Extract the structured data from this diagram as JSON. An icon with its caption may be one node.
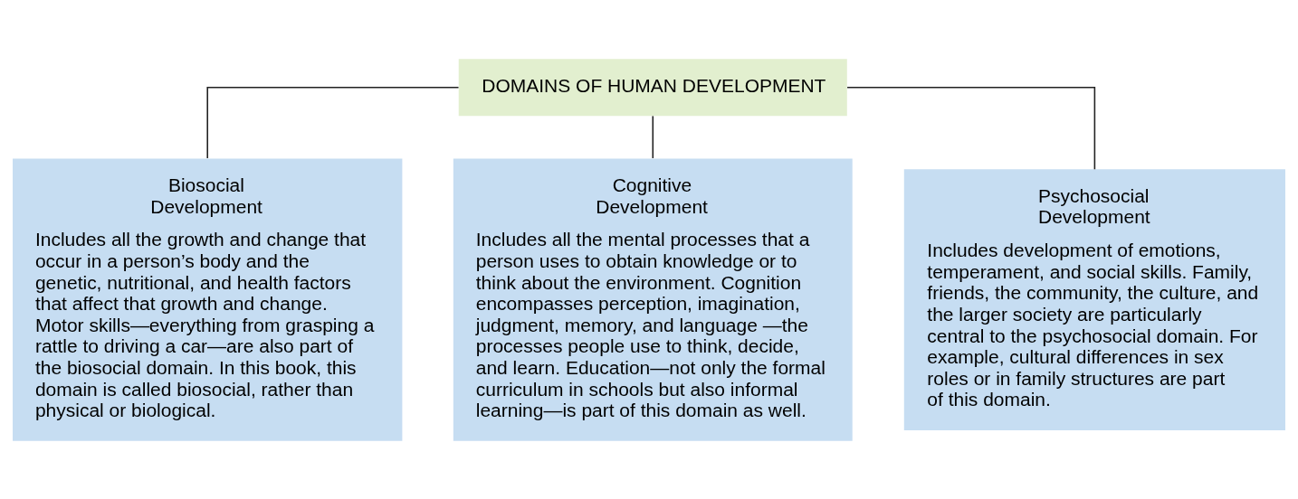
{
  "diagram": {
    "nodes": [
      {
        "text": [
          "DOMAINS OF HUMAN DEVELOPMENT"
        ]
      },
      {
        "text": [
          "Biosocial Development",
          "Includes all the growth and change that occur in a person’s body and the genetic, nutritional, and health factors that affect that growth and change. Motor skills—everything from grasping a rattle to driving a car—are also part of the biosocial domain. In this book, this domain is called biosocial, rather than physical or biological."
        ]
      },
      {
        "text": [
          "Cognitive Development",
          "Includes all the mental processes that a person uses to obtain knowledge or to think about the environment. Cognition encompasses perception, imagination, judgment, memory, and language —the processes people use to think, decide, and learn. Education—not only the formal curriculum in schools but also informal learning—is part of this domain as well."
        ]
      },
      {
        "text": [
          "Psychosocial Development",
          "Includes development of emotions, temperament, and social skills. Family, friends, the community, the culture, and the larger society are particularly central to the psychosocial domain. For example, cultural differences in sex roles or in family structures are part of this domain."
        ]
      }
    ],
    "edges": [
      {
        "from": 0,
        "to": 1,
        "arrow": "none"
      },
      {
        "from": 0,
        "to": 2,
        "arrow": "none"
      },
      {
        "from": 0,
        "to": 3,
        "arrow": "none"
      }
    ]
  }
}
